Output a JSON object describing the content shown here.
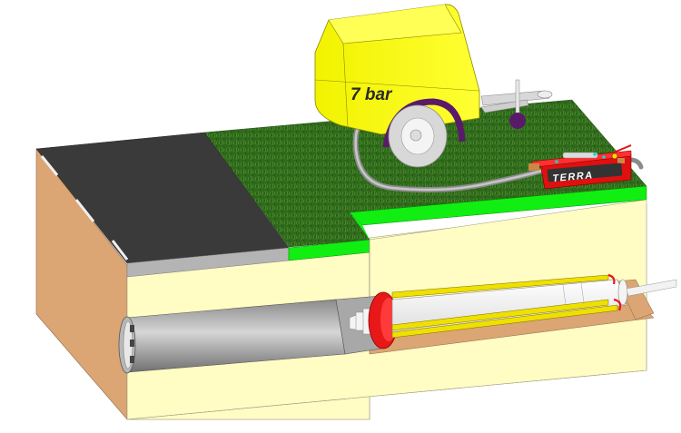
{
  "figure": {
    "title": "Trenchless pipe ramming / soil displacement setup",
    "description": "Cutaway illustration of ground block with asphalt road, grass surface, compressor trailer, lubricator and pneumatic hammer in launch pit pushing a steel pipe under the road"
  },
  "compressor": {
    "label": "7 bar",
    "body_color": "#ffff22",
    "fender_color": "#5a1a6a",
    "wheel_color": "#d8d8d8"
  },
  "lubricator": {
    "label": "TERRA",
    "color": "#e01010"
  },
  "ground": {
    "asphalt_color": "#3a3a3a",
    "curb_color": "#b4b4b4",
    "grass_color": "#2f6a1c",
    "grass_edge_color": "#11ee11",
    "soil_face_color": "#fffcc4",
    "soil_side_color": "#dba574"
  },
  "pipe": {
    "color": "#9a9a9a",
    "ring_color": "#e81818",
    "guide_rails_color": "#f0e000",
    "hammer_color": "#f4f4f4"
  }
}
